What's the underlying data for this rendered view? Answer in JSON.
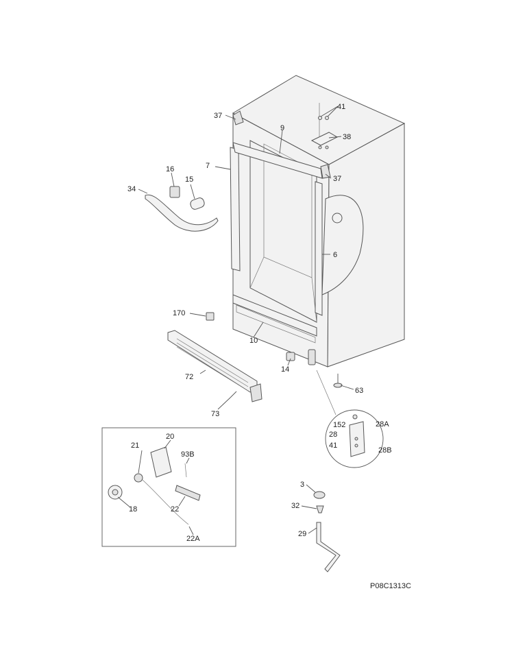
{
  "diagram_code": "P08C1313C",
  "labels": {
    "l37a": "37",
    "l41a": "41",
    "l9": "9",
    "l38": "38",
    "l7": "7",
    "l37b": "37",
    "l16": "16",
    "l15": "15",
    "l34": "34",
    "l6": "6",
    "l170": "170",
    "l10": "10",
    "l14": "14",
    "l72": "72",
    "l63": "63",
    "l73": "73",
    "l28A": "28A",
    "l152": "152",
    "l28": "28",
    "l41b": "41",
    "l28B": "28B",
    "l20": "20",
    "l21": "21",
    "l93B": "93B",
    "l18": "18",
    "l22": "22",
    "l22A": "22A",
    "l3": "3",
    "l32": "32",
    "l29": "29"
  }
}
